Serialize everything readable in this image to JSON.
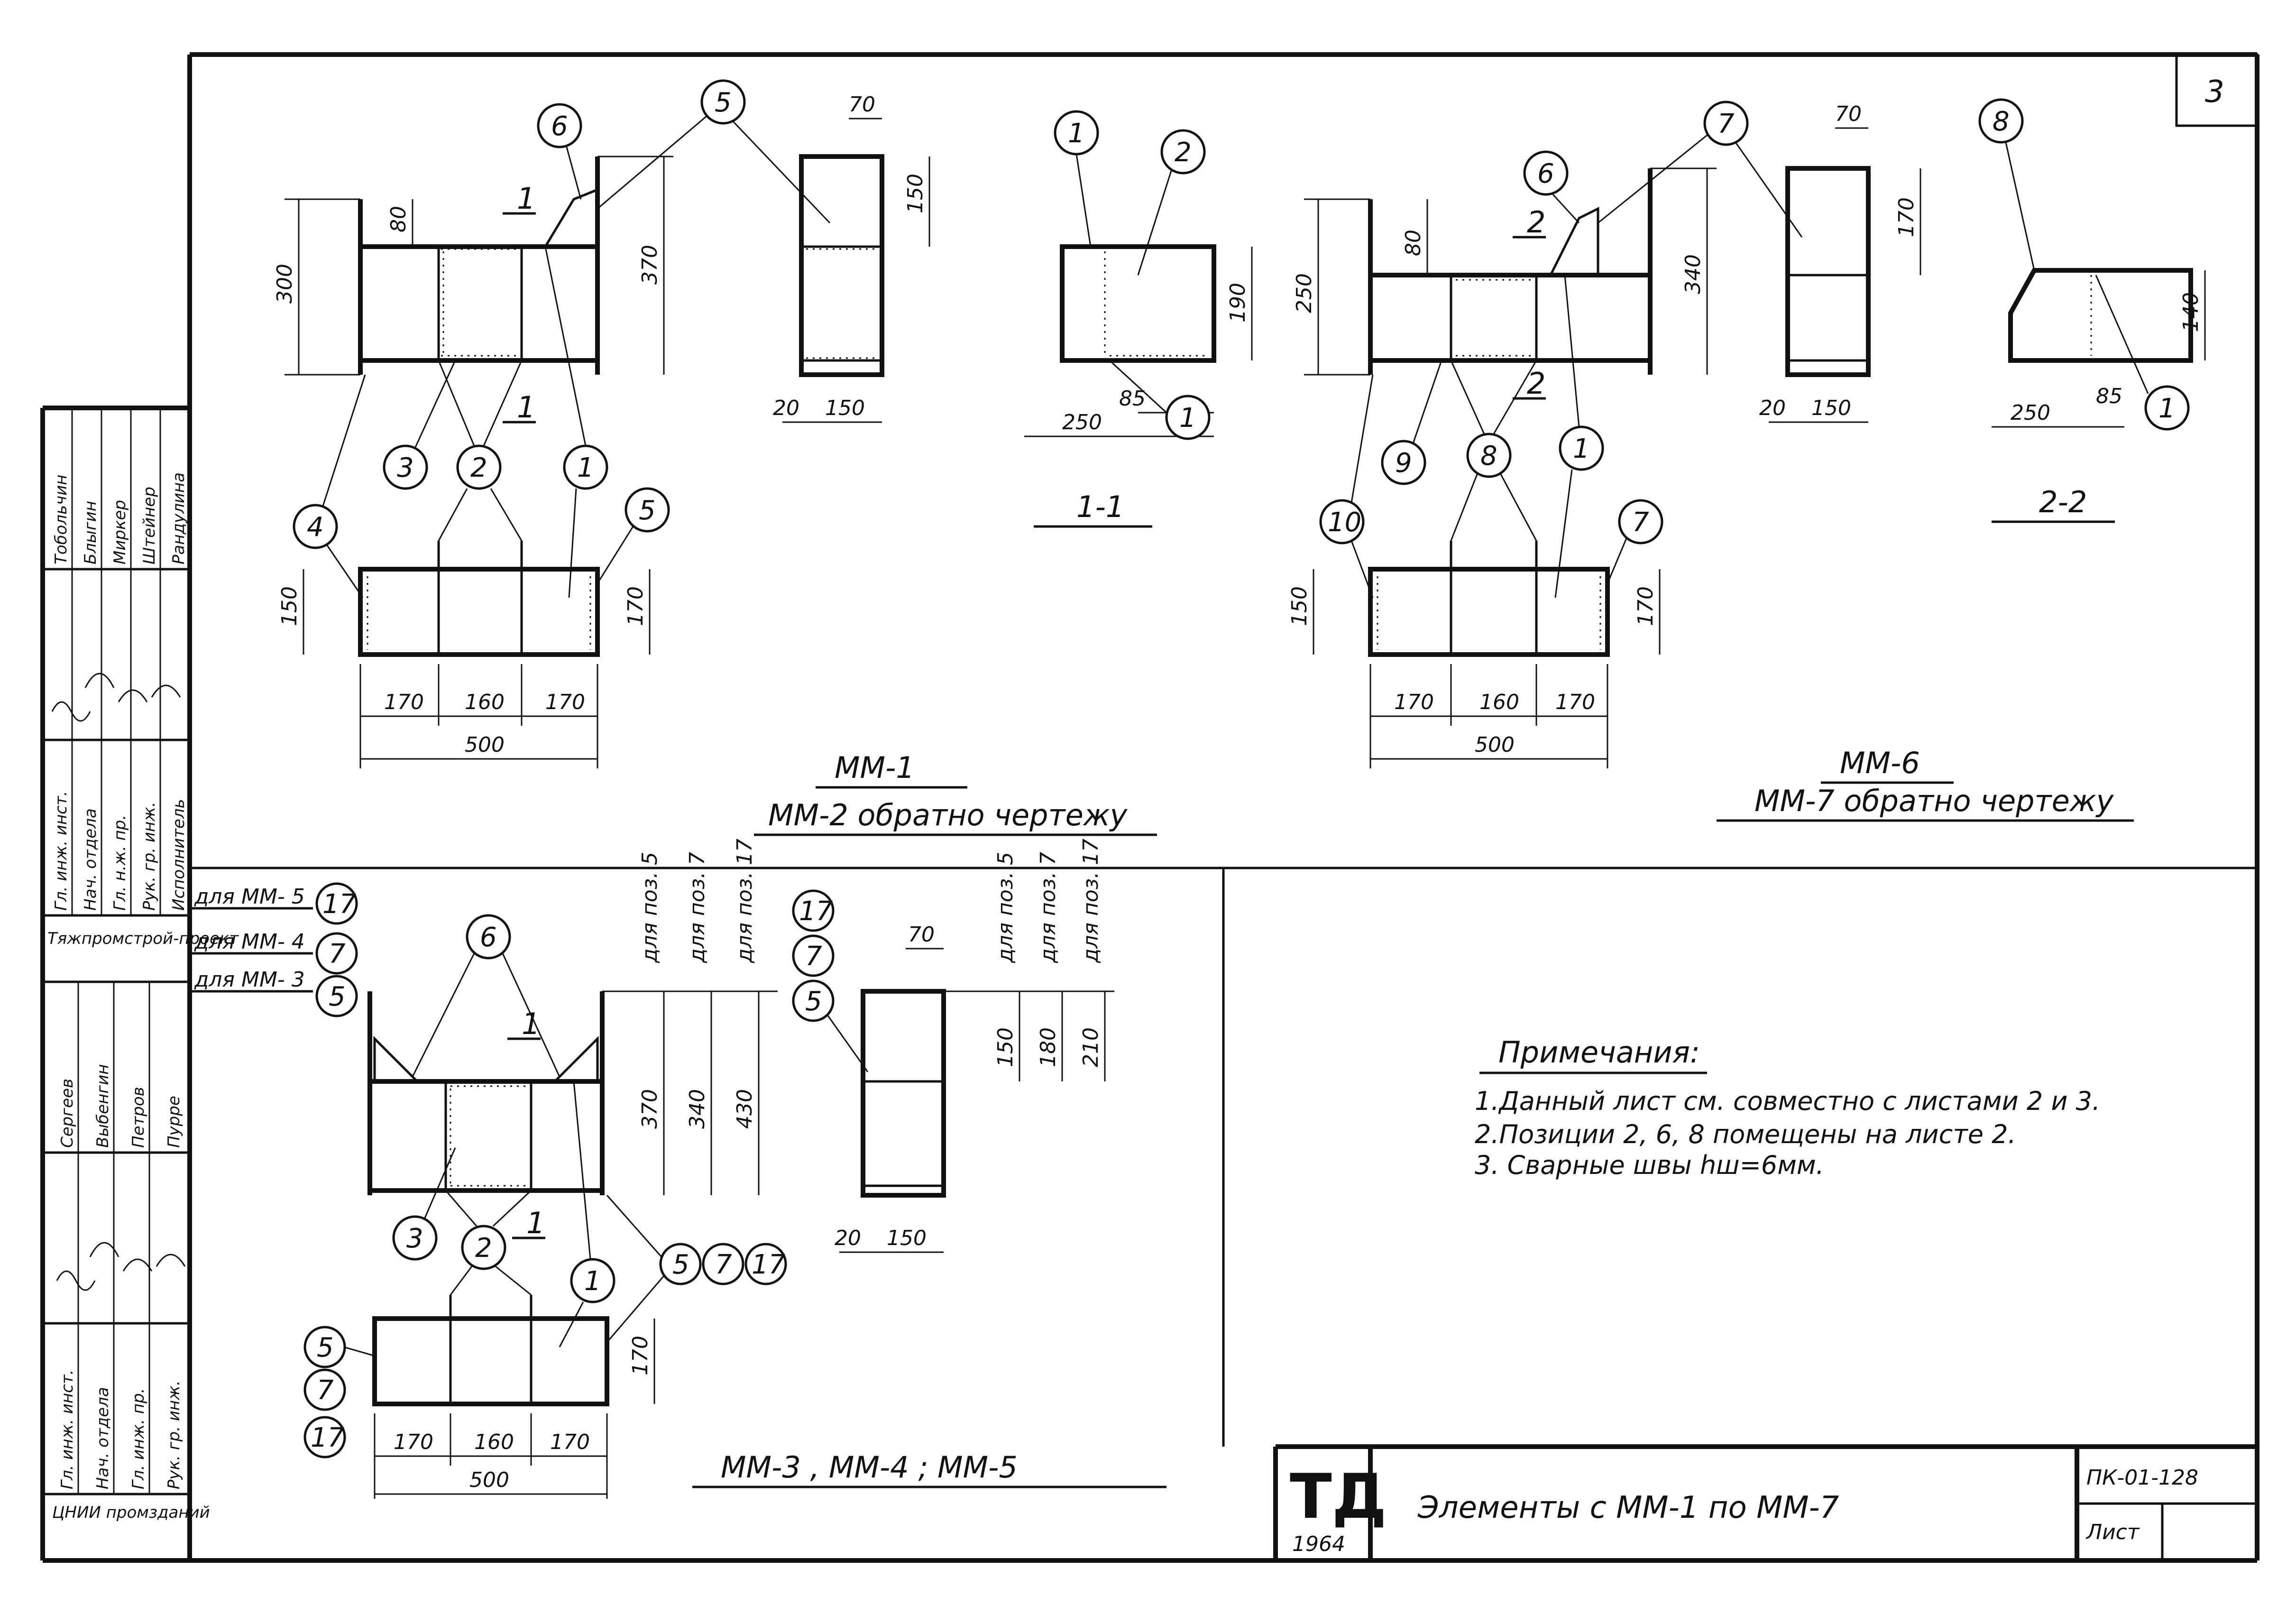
{
  "sheet": {
    "number": "3",
    "code": "ПК-01-128",
    "sheet_label": "Лист",
    "title": "Элементы с ММ-1 по ММ-7",
    "logo_text": "ТД",
    "logo_year": "1964"
  },
  "views": {
    "mm1": {
      "label": "ММ-1",
      "sub_label": "ММ-2 обратно чертежу",
      "section_label": "1-1",
      "cut_mark": "1",
      "dims": [
        "80",
        "300",
        "370",
        "150",
        "170",
        "160",
        "170",
        "500",
        "70",
        "150",
        "20",
        "150",
        "190",
        "250",
        "85"
      ],
      "positions": [
        "6",
        "5",
        "3",
        "2",
        "1",
        "4",
        "5",
        "1",
        "2",
        "1"
      ]
    },
    "mm6": {
      "label": "ММ-6",
      "sub_label": "ММ-7 обратно чертежу",
      "section_label": "2-2",
      "cut_mark": "2",
      "dims": [
        "80",
        "250",
        "340",
        "150",
        "170",
        "160",
        "170",
        "500",
        "70",
        "170",
        "20",
        "150",
        "140",
        "250",
        "85"
      ],
      "positions": [
        "6",
        "7",
        "9",
        "8",
        "1",
        "10",
        "7",
        "8",
        "1"
      ]
    },
    "mm3": {
      "label": "ММ-3 , ММ-4 ; ММ-5",
      "cut_mark": "1",
      "for_labels": [
        "для ММ- 5",
        "для ММ- 4",
        "для ММ- 3"
      ],
      "for_positions": [
        "17",
        "7",
        "5"
      ],
      "col_labels": [
        "для поз. 5",
        "для поз. 7",
        "для поз. 17"
      ],
      "col_dims": [
        "370",
        "340",
        "430"
      ],
      "side_dims": [
        "150",
        "180",
        "210"
      ],
      "dims": [
        "170",
        "160",
        "170",
        "500",
        "170",
        "70",
        "20",
        "150"
      ],
      "positions": [
        "6",
        "3",
        "2",
        "1",
        "5",
        "7",
        "17",
        "17",
        "7",
        "5"
      ]
    }
  },
  "notes": {
    "heading": "Примечания:",
    "items": [
      "1.Данный лист см. совместно с листами 2 и 3.",
      "2.Позиции 2, 6, 8 помещены на листе 2.",
      "3. Сварные швы hш=6мм."
    ]
  },
  "title_block": {
    "upper_roles": [
      "Гл. инж. инст.",
      "Нач. отдела",
      "Гл. н.ж. пр.",
      "Рук. гр. инж.",
      "Исполнитель"
    ],
    "upper_names": [
      "Тобольчин",
      "Блыгин",
      "Миркер",
      "Штейнер",
      "Рандулина"
    ],
    "org_upper": "Тяжпромстрой-проект",
    "lower_roles": [
      "Гл. инж. инст.",
      "Нач. отдела",
      "Гл. инж. пр.",
      "Рук. гр. инж."
    ],
    "lower_names": [
      "Сергеев",
      "Выбенгин",
      "Петров",
      "Пурре"
    ],
    "org_lower": "ЦНИИ промзданий"
  }
}
